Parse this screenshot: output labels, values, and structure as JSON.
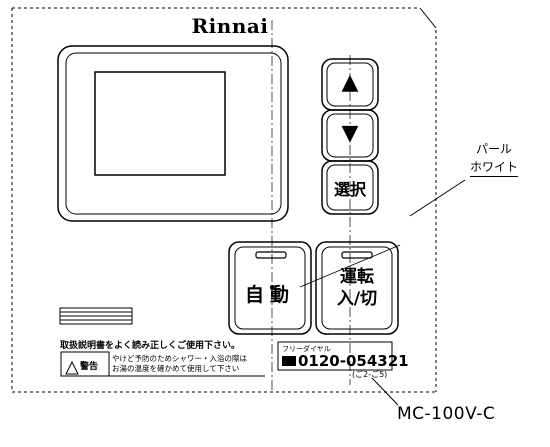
{
  "brand": "Rinnai",
  "buttons": {
    "up": "▲",
    "down": "▼",
    "select": "選択",
    "auto_line1": "自",
    "auto_line2": "動",
    "run_line1": "運転",
    "run_line2": "入/切"
  },
  "callouts": {
    "color_line1": "パール",
    "color_line2": "ホワイト",
    "model": "MC-100V-C"
  },
  "instructions": {
    "read_manual": "取扱説明書をよく読み正しくご使用下さい。",
    "warning_label": "警告",
    "warning_line1": "やけど予防のためシャワー・入浴の際は",
    "warning_line2": "お湯の温度を確かめて使用して下さい"
  },
  "freedial": {
    "label": "フリーダイヤル",
    "number": "0120-054321"
  },
  "bottom_mark": "(ご2-ご5)"
}
